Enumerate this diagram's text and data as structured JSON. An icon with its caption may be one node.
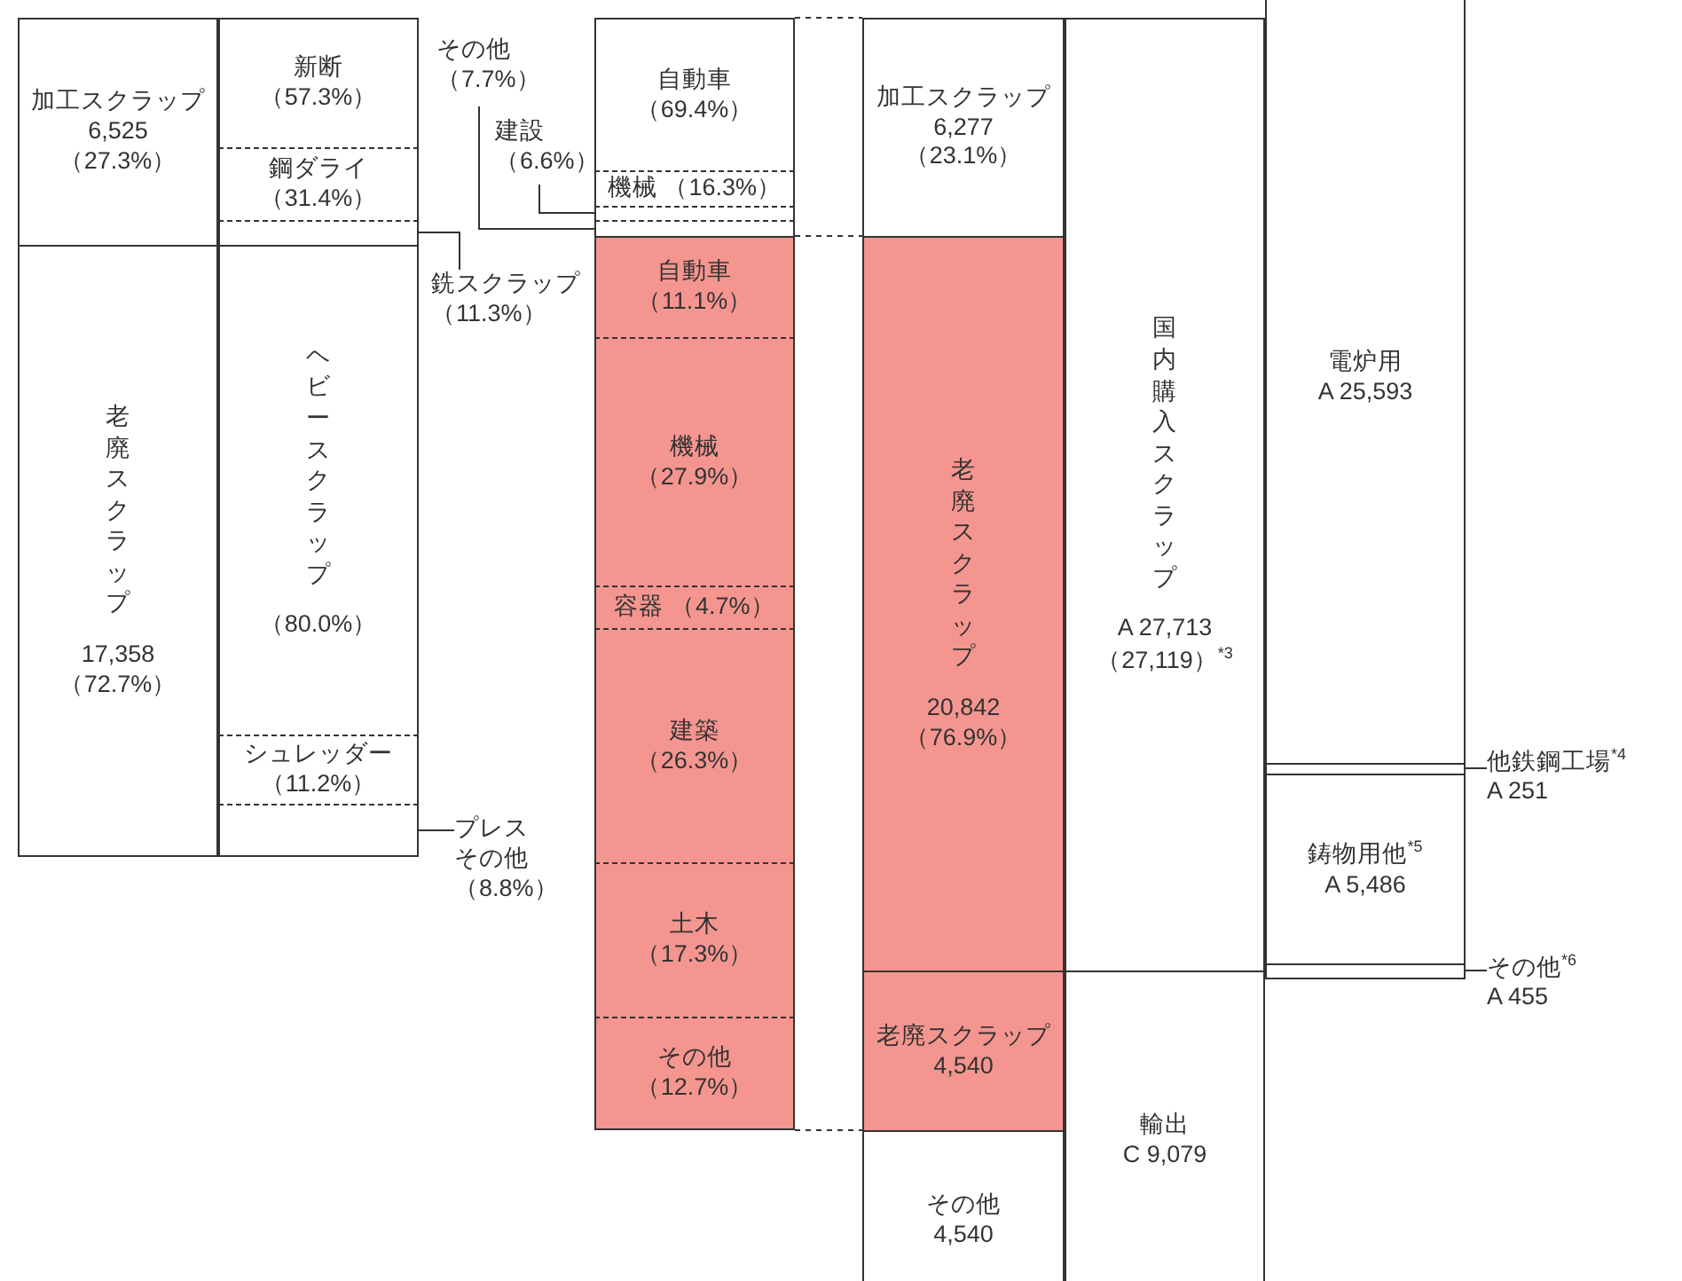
{
  "diagram": {
    "nodes": [
      {
        "text": [
          "加工スクラップ",
          "6,525",
          "（27.3%）"
        ]
      },
      {
        "text": [
          "新断",
          "（57.3%）"
        ]
      },
      {
        "text": [
          "鋼ダライ",
          "（31.4%）"
        ]
      },
      {
        "text": [],
        "shape": "box"
      },
      {
        "text": [
          "老廃スクラップ",
          "17,358",
          "（72.7%）"
        ]
      },
      {
        "text": [
          "ヘビースクラップ",
          "（80.0%）"
        ]
      },
      {
        "text": [
          "シュレッダー",
          "（11.2%）"
        ]
      },
      {
        "text": [],
        "shape": "box"
      },
      {
        "text": [
          "その他",
          "（7.7%）"
        ]
      },
      {
        "text": [
          "建設",
          "（6.6%）"
        ]
      },
      {
        "text": [
          "銑スクラップ",
          "（11.3%）"
        ]
      },
      {
        "text": [
          "プレスその他",
          "（8.8%）"
        ]
      },
      {
        "text": [
          "自動車",
          "（69.4%）"
        ]
      },
      {
        "text": [
          "機械 （16.3%）"
        ]
      },
      {
        "text": [],
        "shape": "box"
      },
      {
        "text": [],
        "shape": "box"
      },
      {
        "text": [
          "自動車",
          "（11.1%）"
        ]
      },
      {
        "text": [
          "機械",
          "（27.9%）"
        ]
      },
      {
        "text": [
          "容器 （4.7%）"
        ]
      },
      {
        "text": [
          "建築",
          "（26.3%）"
        ]
      },
      {
        "text": [
          "土木",
          "（17.3%）"
        ]
      },
      {
        "text": [
          "その他",
          "（12.7%）"
        ]
      },
      {
        "text": [
          "加工スクラップ",
          "6,277",
          "（23.1%）"
        ]
      },
      {
        "text": [
          "老廃スクラップ",
          "20,842",
          "（76.9%）"
        ]
      },
      {
        "text": [
          "老廃スクラップ",
          "4,540"
        ]
      },
      {
        "text": [
          "その他",
          "4,540"
        ]
      },
      {
        "text": [
          "国内購入スクラップ",
          "A 27,713",
          "（27,119）$^{*3}$"
        ]
      },
      {
        "text": [
          "輸出",
          "C 9,079"
        ]
      },
      {
        "text": [
          "電炉用",
          "A 25,593"
        ]
      },
      {
        "text": [],
        "shape": "box"
      },
      {
        "text": [
          "鋳物用他$^{*5}$",
          "A 5,486"
        ]
      },
      {
        "text": [],
        "shape": "box"
      },
      {
        "text": [
          "他鉄鋼工場$^{*4}$",
          "A 251"
        ]
      },
      {
        "text": [
          "その他$^{*6}$",
          "A 455"
        ]
      }
    ],
    "edges": [
      {
        "from": 10,
        "to": 3,
        "arrow": "none"
      },
      {
        "from": 11,
        "to": 7,
        "arrow": "none"
      },
      {
        "from": 8,
        "to": 15,
        "arrow": "none"
      },
      {
        "from": 9,
        "to": 14,
        "arrow": "none"
      },
      {
        "from": 32,
        "to": 29,
        "arrow": "none"
      },
      {
        "from": 33,
        "to": 31,
        "arrow": "none"
      },
      {
        "from": 12,
        "to": 22,
        "arrow": "none",
        "style": "dashed"
      },
      {
        "from": 15,
        "to": 22,
        "arrow": "none",
        "style": "dashed"
      },
      {
        "from": 21,
        "to": 24,
        "arrow": "none",
        "style": "dashed"
      }
    ]
  }
}
